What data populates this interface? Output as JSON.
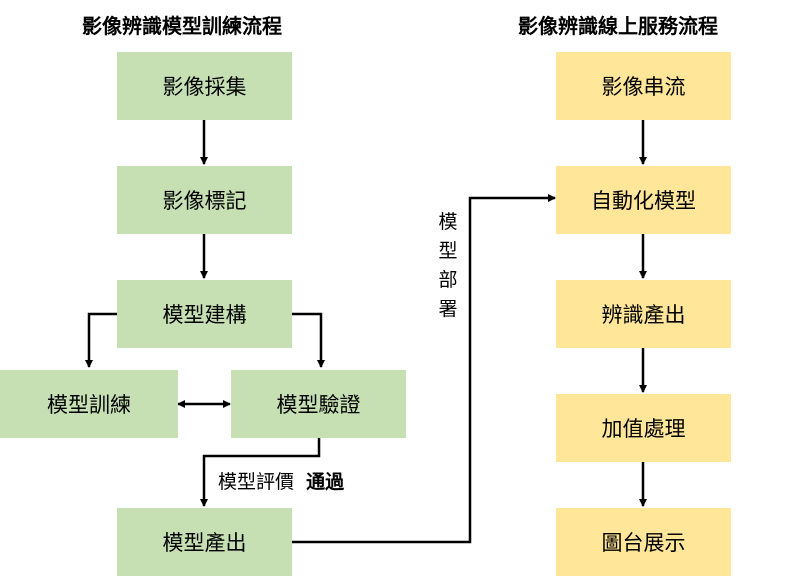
{
  "left_flow": {
    "title": "影像辨識模型訓練流程",
    "steps": {
      "collect": "影像採集",
      "label": "影像標記",
      "build": "模型建構",
      "train": "模型訓練",
      "validate": "模型驗證",
      "output": "模型產出"
    },
    "eval_label": "模型評價",
    "eval_pass": "通過"
  },
  "deploy_label": "模型部署",
  "right_flow": {
    "title": "影像辨識線上服務流程",
    "steps": {
      "stream": "影像串流",
      "auto_model": "自動化模型",
      "output": "辨識產出",
      "process": "加值處理",
      "display": "圖台展示"
    }
  },
  "colors": {
    "green_box": "#c6e0b4",
    "yellow_box": "#ffe699",
    "line": "#000000"
  }
}
